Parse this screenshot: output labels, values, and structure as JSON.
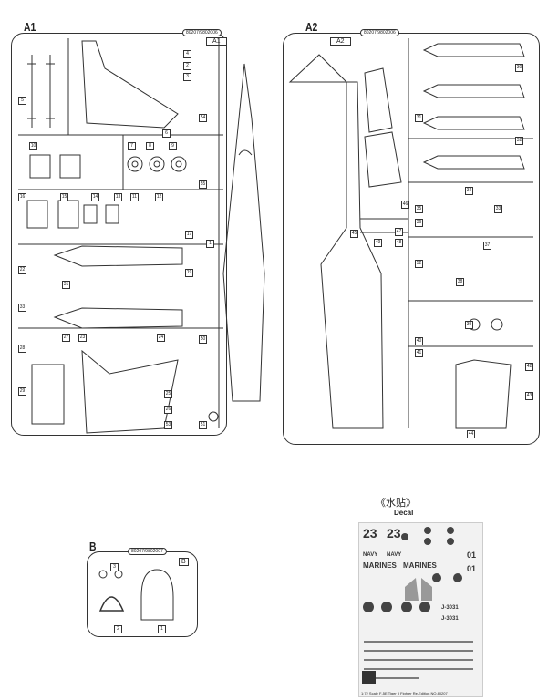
{
  "sprues": {
    "a1": {
      "label": "A1",
      "code": "80207/9802006",
      "tag": "A1"
    },
    "a2": {
      "label": "A2",
      "code": "80207/9802006",
      "tag": "A2"
    },
    "b": {
      "label": "B",
      "code": "80207/9802007",
      "tag": "B"
    }
  },
  "part_numbers": {
    "a1": [
      "5",
      "6",
      "4",
      "2",
      "3",
      "54",
      "10",
      "7",
      "8",
      "9",
      "15",
      "16",
      "14",
      "13",
      "11",
      "12",
      "55",
      "17",
      "1",
      "22",
      "19",
      "31",
      "33",
      "27",
      "23",
      "24",
      "28",
      "29",
      "25",
      "26",
      "53",
      "51",
      "50"
    ],
    "a2": [
      "30",
      "33",
      "31",
      "32",
      "34",
      "35",
      "36",
      "37",
      "38",
      "39",
      "40",
      "41",
      "42",
      "43",
      "44",
      "45",
      "46",
      "47",
      "48",
      "49",
      "52"
    ],
    "b": [
      "3",
      "2",
      "1"
    ]
  },
  "decal": {
    "title": "《水贴》",
    "subtitle": "Decal",
    "big_numbers": [
      "23",
      "23"
    ],
    "texts": [
      "NAVY",
      "NAVY",
      "MARINES",
      "MARINES",
      "J-3031",
      "J-3031",
      "01",
      "01"
    ],
    "footer": "1:72 Scale   F-5E Tiger II Fighter Re-Edition   NO.80207"
  }
}
